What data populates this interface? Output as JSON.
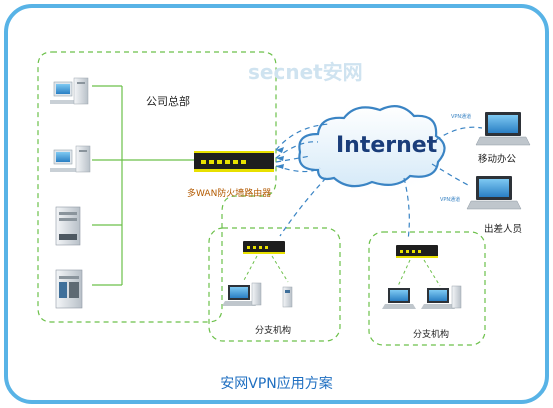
{
  "watermark": "secnet安网",
  "headquarters": {
    "label": "公司总部"
  },
  "router": {
    "label": "多WAN防火墙路由器"
  },
  "cloud": {
    "label": "Internet"
  },
  "remote_users": [
    {
      "label": "移动办公",
      "link_tag": "VPN通道"
    },
    {
      "label": "出差人员",
      "link_tag": "VPN通道"
    }
  ],
  "branches": [
    {
      "label": "分支机构"
    },
    {
      "label": "分支机构"
    }
  ],
  "footer": {
    "title": "安网VPN应用方案"
  },
  "colors": {
    "frame": "#58b3e6",
    "lan_dash": "#6cc04a",
    "vpn_dash": "#3a84c4",
    "lan_line": "#6cc04a"
  }
}
